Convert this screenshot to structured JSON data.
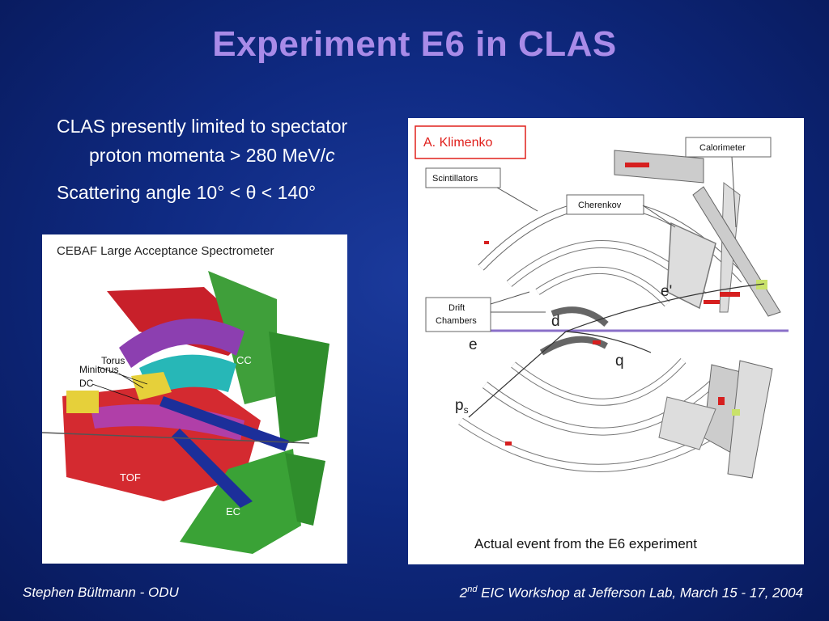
{
  "slide": {
    "title": "Experiment E6 in CLAS",
    "bullet1_line1": "CLAS presently limited to spectator",
    "bullet1_line2_prefix": "proton momenta > 280 MeV/",
    "bullet1_line2_italic": "c",
    "bullet2_prefix": "Scattering angle 10° < ",
    "bullet2_theta": "θ",
    "bullet2_suffix": " < 140°"
  },
  "left_figure": {
    "heading": "CEBAF Large Acceptance Spectrometer",
    "labels": {
      "torus": "Torus",
      "minitorus": "Minitorus",
      "dc": "DC",
      "cc": "CC",
      "tof": "TOF",
      "ec": "EC"
    }
  },
  "right_figure": {
    "credit": "A. Klimenko",
    "labels": {
      "calorimeter": "Calorimeter",
      "scintillators": "Scintillators",
      "cherenkov": "Cherenkov",
      "drift_line1": "Drift",
      "drift_line2": "Chambers",
      "e_prime": "e'",
      "d": "d",
      "e": "e",
      "q": "q",
      "ps_main": "p",
      "ps_sub": "s"
    },
    "caption": "Actual event from the E6 experiment"
  },
  "footer": {
    "left": "Stephen Bültmann - ODU",
    "right_num": "2",
    "right_sup": "nd",
    "right_rest": " EIC Workshop at Jefferson Lab, March 15 - 17, 2004"
  },
  "colors": {
    "title": "#a98be8",
    "background": "#0f2a82",
    "credit_red": "#e0201c",
    "beamline": "#8a6fc8"
  }
}
